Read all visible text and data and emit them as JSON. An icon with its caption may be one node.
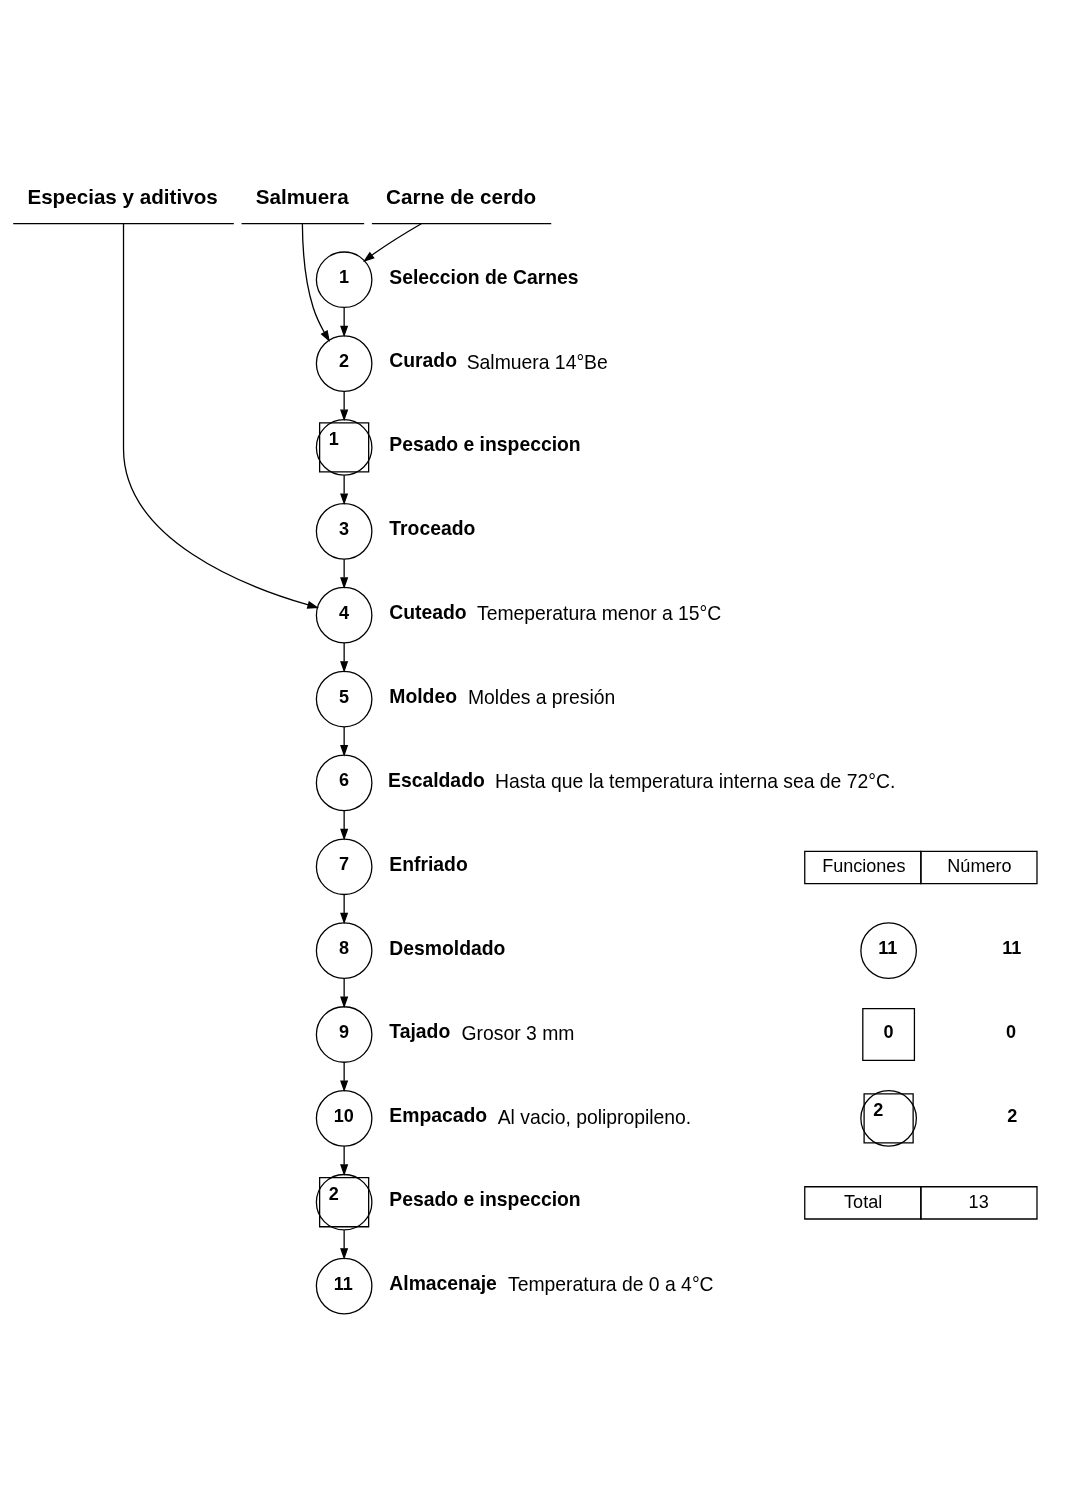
{
  "diagram": {
    "nodes": [
      {
        "text": [
          "Especias y aditivos"
        ]
      },
      {
        "text": [
          "Salmuera"
        ]
      },
      {
        "text": [
          "Carne de cerdo"
        ]
      },
      {
        "text": [
          "1",
          "Seleccion de Carnes"
        ]
      },
      {
        "text": [
          "2",
          "Curado"
        ]
      },
      {
        "text": [
          "1",
          "Pesado e inspeccion"
        ]
      },
      {
        "text": [
          "3",
          "Troceado"
        ]
      },
      {
        "text": [
          "4",
          "Cuteado"
        ]
      },
      {
        "text": [
          "5",
          "Moldeo"
        ]
      },
      {
        "text": [
          "6",
          "Escaldado"
        ]
      },
      {
        "text": [
          "7",
          "Enfriado"
        ]
      },
      {
        "text": [
          "8",
          "Desmoldado"
        ]
      },
      {
        "text": [
          "9",
          "Tajado"
        ]
      },
      {
        "text": [
          "10",
          "Empacado"
        ]
      },
      {
        "text": [
          "2",
          "Pesado e inspeccion"
        ]
      },
      {
        "text": [
          "11",
          "Almacenaje"
        ]
      },
      {
        "text": [
          "11"
        ]
      },
      {
        "text": [
          "0"
        ]
      },
      {
        "text": [
          "2"
        ]
      }
    ],
    "edges": [
      {
        "from": 2,
        "to": 3,
        "arrow": "to"
      },
      {
        "from": 1,
        "to": 4,
        "arrow": "to"
      },
      {
        "from": 3,
        "to": 4,
        "arrow": "to"
      },
      {
        "from": 4,
        "to": 5,
        "arrow": "to"
      },
      {
        "from": 5,
        "to": 6,
        "arrow": "to"
      },
      {
        "from": 0,
        "to": 7,
        "arrow": "to"
      },
      {
        "from": 6,
        "to": 7,
        "arrow": "to"
      },
      {
        "from": 7,
        "to": 8,
        "arrow": "to"
      },
      {
        "from": 8,
        "to": 9,
        "arrow": "to"
      },
      {
        "from": 9,
        "to": 10,
        "arrow": "to"
      },
      {
        "from": 10,
        "to": 11,
        "arrow": "to"
      },
      {
        "from": 11,
        "to": 12,
        "arrow": "to"
      },
      {
        "from": 12,
        "to": 13,
        "arrow": "to"
      },
      {
        "from": 13,
        "to": 14,
        "arrow": "to"
      },
      {
        "from": 14,
        "to": 15,
        "arrow": "to"
      }
    ],
    "labels": [
      "Salmuera 14°Be",
      "Temeperatura menor a 15°C",
      "Moldes a presión",
      "Hasta que la temperatura interna sea de 72°C.",
      "Grosor 3 mm",
      "Al vacio, polipropileno.",
      "Temperatura de 0 a 4°C",
      "Funciones",
      "Número",
      "11",
      "0",
      "2",
      "Total",
      "13"
    ]
  }
}
